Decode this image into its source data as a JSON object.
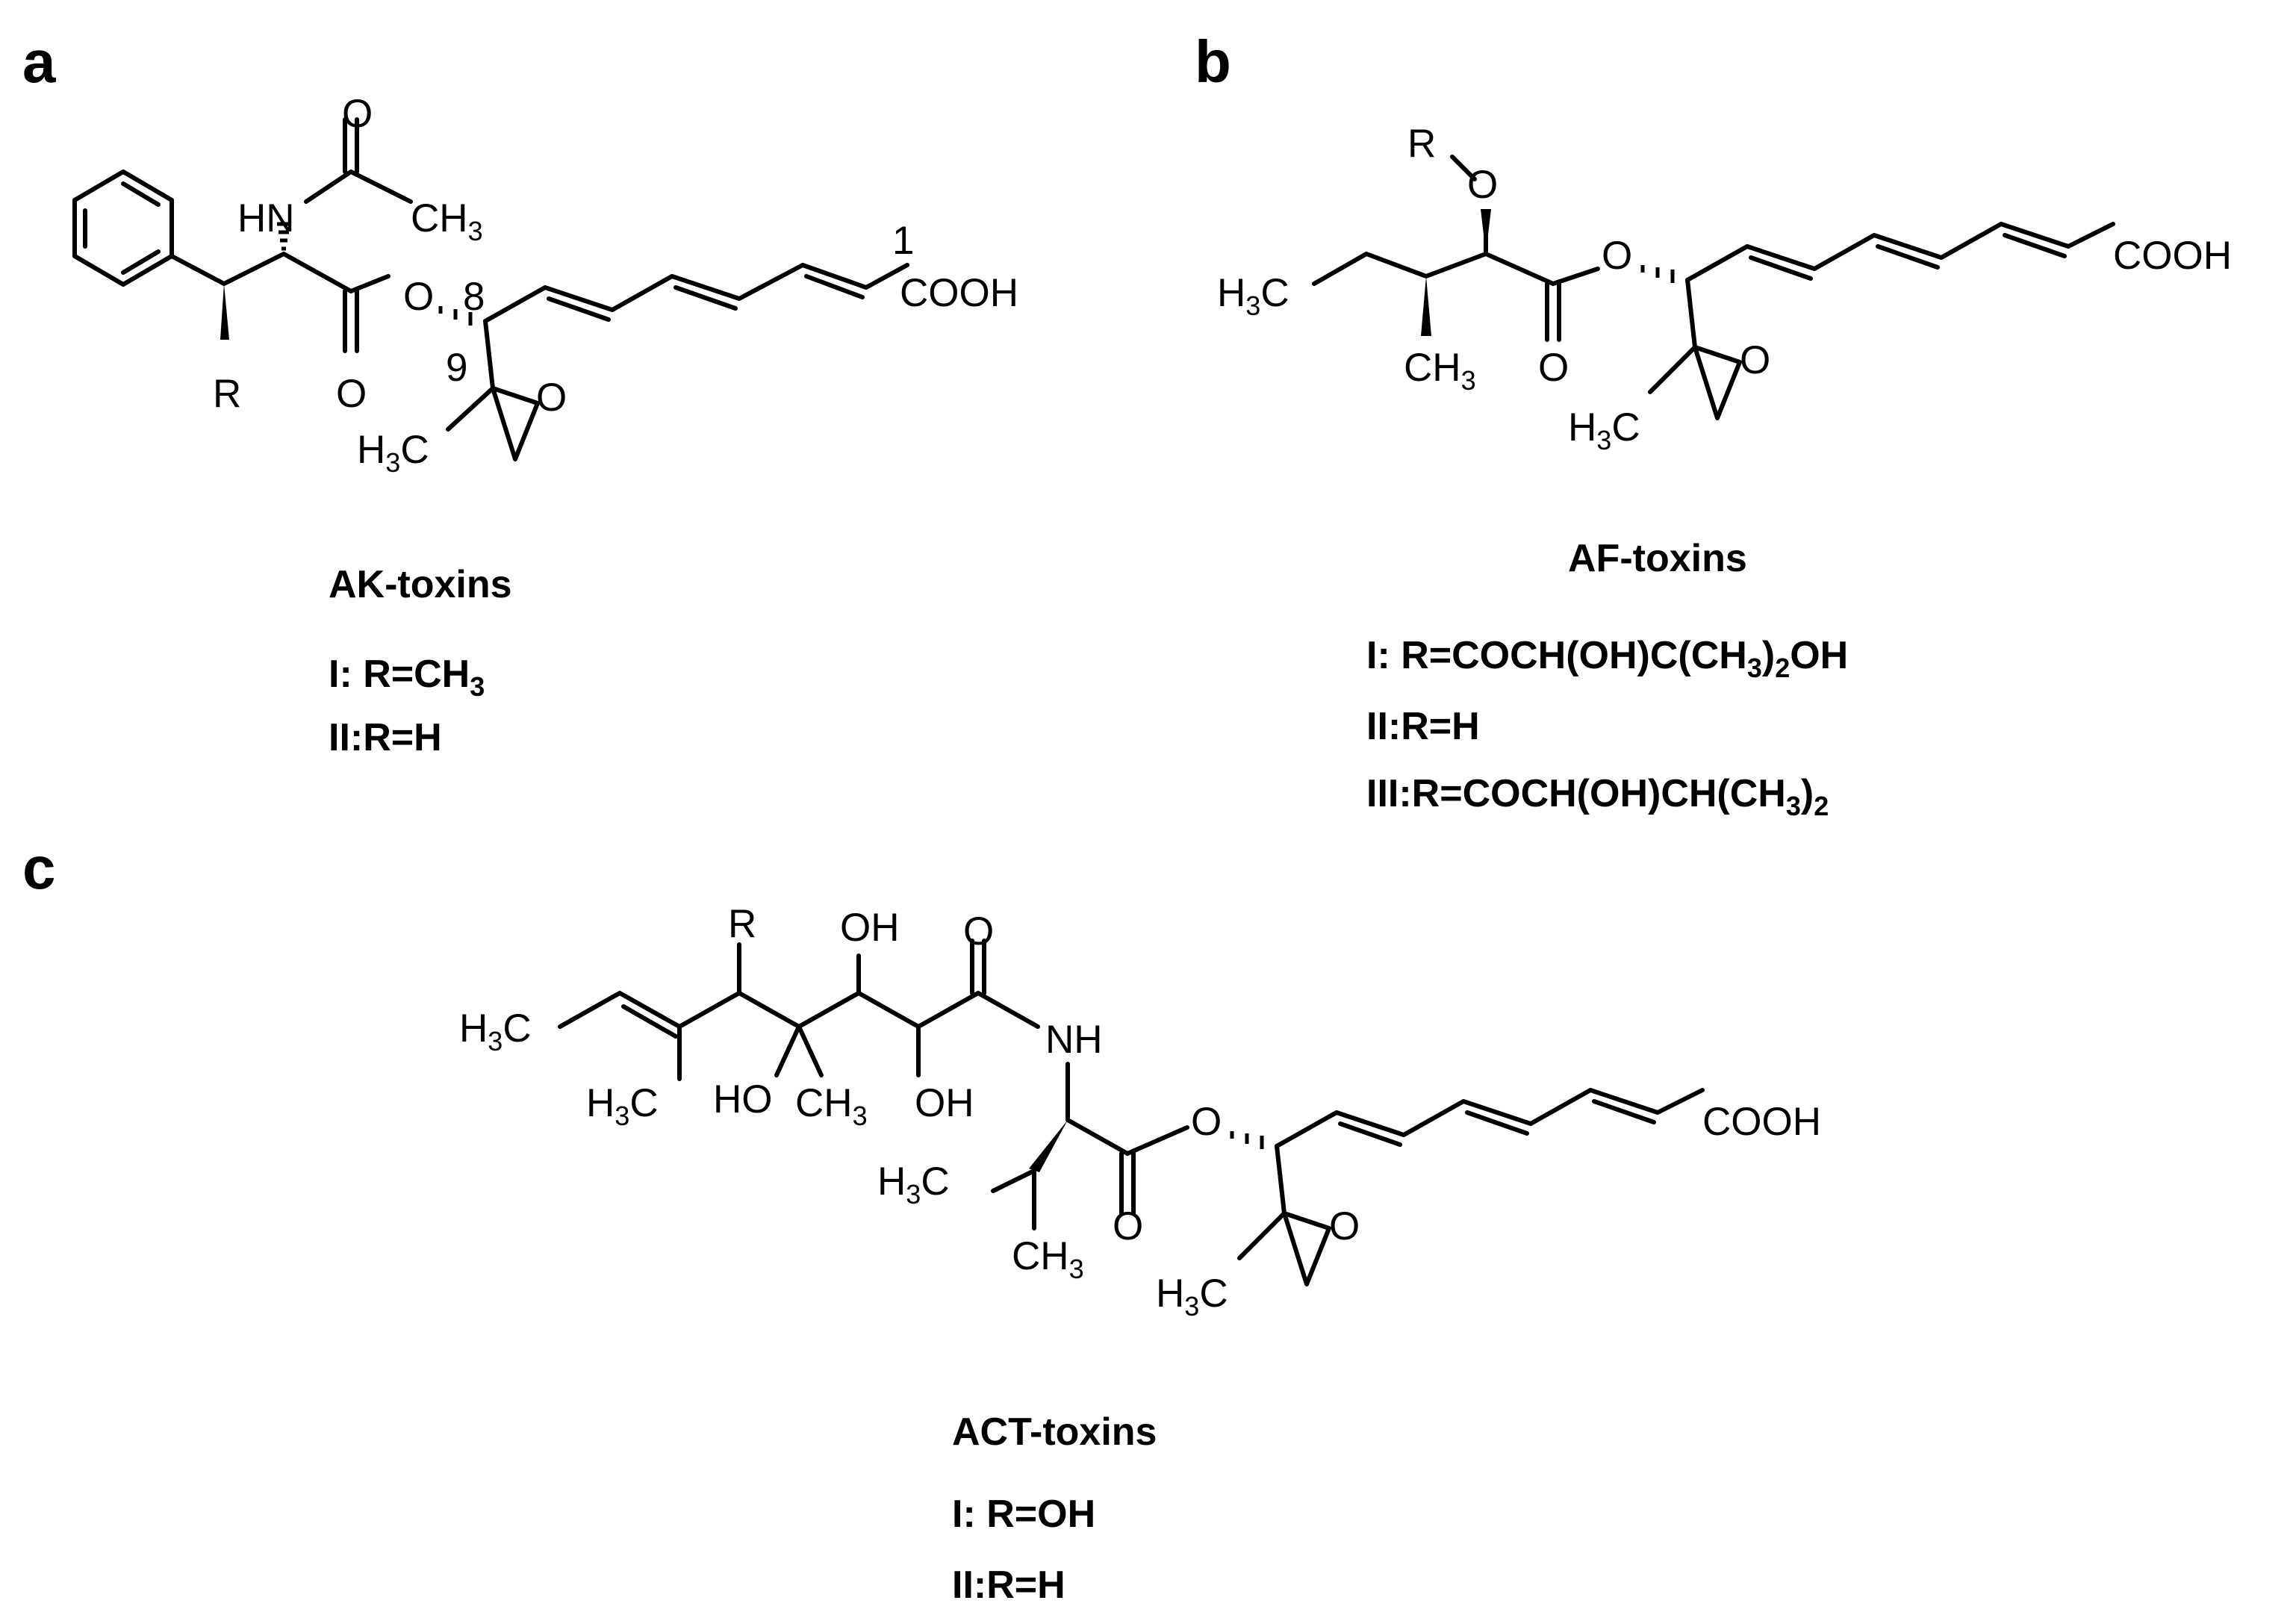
{
  "panels": {
    "a": {
      "letter": "a",
      "labels": {
        "O_carbonyl_top": "O",
        "HN": "HN",
        "CH3_acetyl": "CH",
        "sub3": "3",
        "num8": "8",
        "num1": "1",
        "num9": "9",
        "ester_O": "O",
        "COOH": "COOH",
        "R": "R",
        "O_carbonyl_bottom": "O",
        "O_epoxide": "O",
        "H3C_H": "H",
        "H3C_C": "C"
      },
      "caption": {
        "name": "AK-toxins",
        "line1_prefix": "I:  R=CH",
        "line1_sub": "3",
        "line2": "II:R=H"
      }
    },
    "b": {
      "letter": "b",
      "labels": {
        "R": "R",
        "O_ether": "O",
        "H3C_H": "H",
        "H3C_C": "C",
        "sub3": "3",
        "CH3": "CH",
        "O_carbonyl": "O",
        "ester_O": "O",
        "COOH": "COOH",
        "O_epoxide": "O"
      },
      "caption": {
        "name": "AF-toxins",
        "line1_a": "I:  R=COCH(OH)C(CH",
        "line1_sub3": "3",
        "line1_b": ")",
        "line1_sub2": "2",
        "line1_c": "OH",
        "line2": "II:R=H",
        "line3_a": "III:R=COCH(OH)CH(CH",
        "line3_sub3": "3",
        "line3_b": ")",
        "line3_sub2": "2"
      }
    },
    "c": {
      "letter": "c",
      "labels": {
        "R": "R",
        "OH_top": "OH",
        "O_amide": "O",
        "H3C_H": "H",
        "H3C_C": "C",
        "sub3": "3",
        "NH": "NH",
        "HO": "HO",
        "CH3": "CH",
        "OH_mid": "OH",
        "ester_O": "O",
        "COOH": "COOH",
        "O_carbonyl": "O",
        "O_epoxide": "O"
      },
      "caption": {
        "name": "ACT-toxins",
        "line1": "I:  R=OH",
        "line2": "II:R=H"
      }
    }
  }
}
